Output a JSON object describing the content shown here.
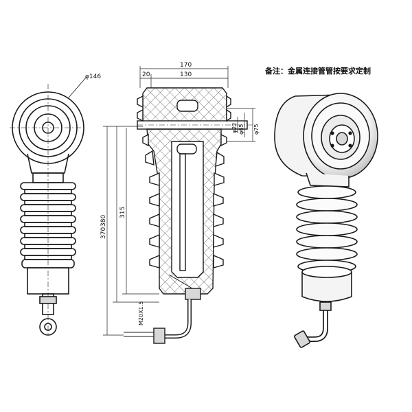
{
  "note": "备注：金属连接管管按要求定制",
  "dimensions": {
    "overall_width": "170",
    "flange_offset": "20",
    "body_width": "130",
    "height_overall": "370",
    "height_body": "380",
    "height_inner": "315",
    "diameter_outer": "φ146",
    "diameter_22": "φ22",
    "diameter_65": "φ65",
    "diameter_75": "φ75",
    "thread": "M20X1.5"
  },
  "colors": {
    "line": "#1a1a1a",
    "hatch": "#555555",
    "shade": "#d8d8d8"
  }
}
